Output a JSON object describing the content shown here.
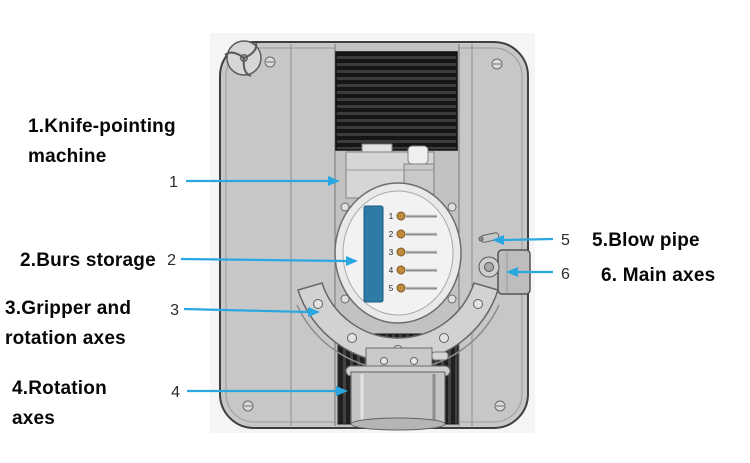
{
  "figure": {
    "name": "Knife-pointing machine labeled diagram"
  },
  "callouts": {
    "left": [
      {
        "num": "1",
        "label": "1.Knife-pointing machine"
      },
      {
        "num": "2",
        "label": "2.Burs storage"
      },
      {
        "num": "3",
        "label": "3.Gripper and rotation axes"
      },
      {
        "num": "4",
        "label": "4.Rotation axes"
      }
    ],
    "right": [
      {
        "num": "5",
        "label": "5.Blow pipe"
      },
      {
        "num": "6",
        "label": "6. Main axes"
      }
    ]
  },
  "burs_storage_slots": [
    "1",
    "2",
    "3",
    "4",
    "5"
  ],
  "colors": {
    "arrow": "#2aa7e0",
    "burs_strip": "#2e7ca6"
  }
}
